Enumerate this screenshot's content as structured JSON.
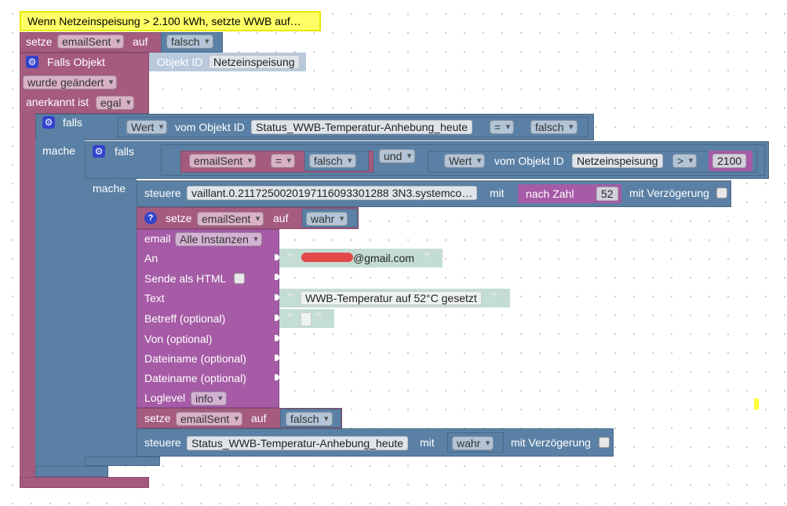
{
  "comment": "Wenn Netzeinspeisung > 2.100 kWh, setzte WWB auf…",
  "setze1": {
    "label": "setze",
    "var": "emailSent",
    "auf": "auf",
    "value": "falsch"
  },
  "trigger": {
    "label": "Falls Objekt",
    "objektid_label": "Objekt ID",
    "objektid": "Netzeinspeisung",
    "wurde": "wurde geändert",
    "anerkannt": "anerkannt ist",
    "egal": "egal"
  },
  "if1": {
    "falls": "falls",
    "mache": "mache",
    "wert": "Wert",
    "vom": "vom Objekt ID",
    "obj": "Status_WWB-Temperatur-Anhebung_heute",
    "op": "=",
    "cmp": "falsch"
  },
  "if2": {
    "falls": "falls",
    "mache": "mache",
    "var": "emailSent",
    "op1": "=",
    "cmp1": "falsch",
    "und": "und",
    "wert": "Wert",
    "vom": "vom Objekt ID",
    "obj": "Netzeinspeisung",
    "op2": ">",
    "num": "2100"
  },
  "steuere1": {
    "label": "steuere",
    "obj": "vaillant.0.2117250020197116093301288 3N3.systemco…",
    "mit": "mit",
    "zahl": "nach Zahl",
    "num": "52",
    "verz": "mit Verzögerung"
  },
  "setze2": {
    "label": "setze",
    "var": "emailSent",
    "auf": "auf",
    "value": "wahr"
  },
  "email": {
    "label": "email",
    "instanz": "Alle Instanzen",
    "an": "An",
    "an_val": "@gmail.com",
    "html": "Sende als HTML",
    "text": "Text",
    "text_val": "WWB-Temperatur auf 52°C gesetzt",
    "betreff": "Betreff (optional)",
    "von": "Von (optional)",
    "datei1": "Dateiname (optional)",
    "datei2": "Dateiname (optional)",
    "loglevel": "Loglevel",
    "log_val": "info"
  },
  "setze3": {
    "label": "setze",
    "var": "emailSent",
    "auf": "auf",
    "value": "falsch"
  },
  "steuere2": {
    "label": "steuere",
    "obj": "Status_WWB-Temperatur-Anhebung_heute",
    "mit": "mit",
    "val": "wahr",
    "verz": "mit Verzögerung"
  }
}
